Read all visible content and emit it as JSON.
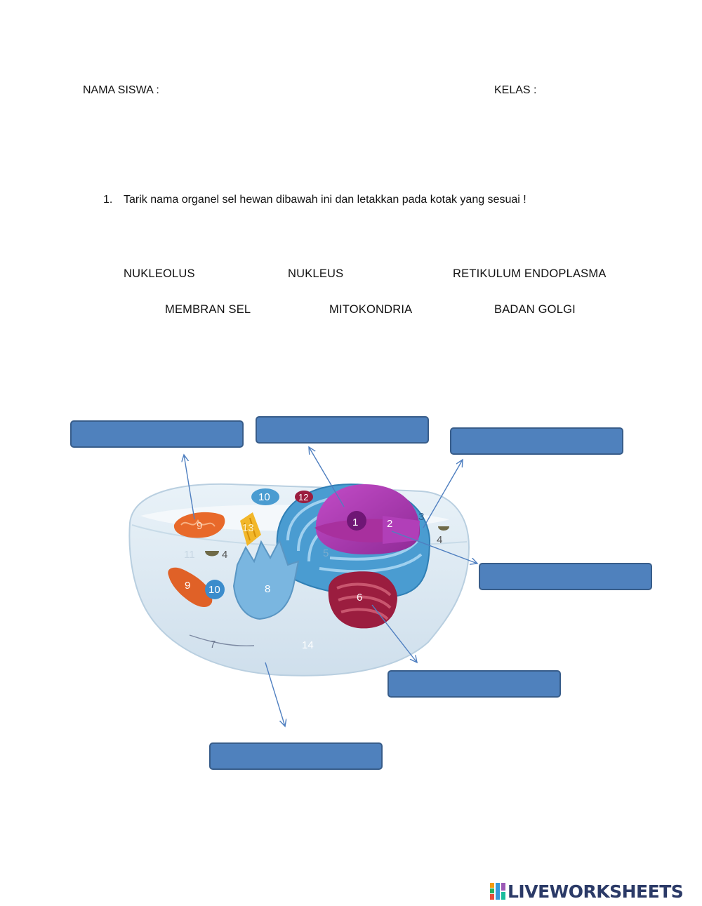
{
  "header": {
    "student_name_label": "NAMA SISWA  :",
    "class_label": "KELAS :"
  },
  "question": {
    "number": "1.",
    "text": "Tarik nama organel sel hewan dibawah ini dan letakkan pada kotak yang sesuai !"
  },
  "word_bank": [
    "NUKLEOLUS",
    "NUKLEUS",
    "RETIKULUM ENDOPLASMA",
    "MEMBRAN SEL",
    "MITOKONDRIA",
    "BADAN GOLGI"
  ],
  "diagram": {
    "numbers": [
      "1",
      "2",
      "3",
      "4",
      "4",
      "5",
      "6",
      "7",
      "8",
      "9",
      "9",
      "10",
      "10",
      "11",
      "12",
      "13",
      "14"
    ]
  },
  "drop_zones": [
    {
      "id": "mitochondria-target",
      "value": ""
    },
    {
      "id": "nucleolus-target",
      "value": ""
    },
    {
      "id": "er-target",
      "value": ""
    },
    {
      "id": "nucleus-target",
      "value": ""
    },
    {
      "id": "golgi-target",
      "value": ""
    },
    {
      "id": "membrane-target",
      "value": ""
    }
  ],
  "colors": {
    "drop_box_fill": "#4f81bd",
    "drop_box_border": "#385d8a",
    "arrow": "#4f7fc0"
  },
  "brand": {
    "name": "LIVEWORKSHEETS"
  }
}
